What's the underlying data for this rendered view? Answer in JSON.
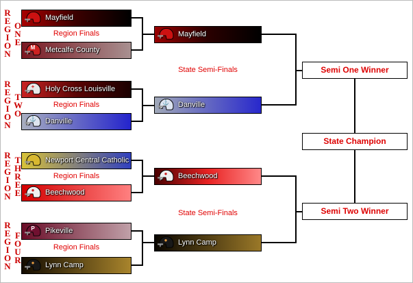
{
  "regions": [
    {
      "region_word": "REGION",
      "number_word": "ONE",
      "finals_label": "Region Finals",
      "teams": [
        {
          "name": "Mayfield",
          "bar": [
            "#a80000",
            "#3a0000",
            "#000000"
          ],
          "helmet": "#cc1111",
          "decal": "",
          "decal_color": "#ffffff"
        },
        {
          "name": "Metcalfe County",
          "bar": [
            "#7a1822",
            "#a89090"
          ],
          "helmet": "#cc2222",
          "decal": "M",
          "decal_color": "#ffffff"
        }
      ]
    },
    {
      "region_word": "REGION",
      "number_word": "TWO",
      "finals_label": "Region Finals",
      "teams": [
        {
          "name": "Holy Cross Louisville",
          "bar": [
            "#c82222",
            "#5a0505",
            "#1a0000"
          ],
          "helmet": "#e8e8e8",
          "decal": "+",
          "decal_color": "#cc1111"
        },
        {
          "name": "Danville",
          "bar": [
            "#a8aec0",
            "#2424cc"
          ],
          "helmet": "#dde4f0",
          "decal": "⚓",
          "decal_color": "#223399"
        }
      ]
    },
    {
      "region_word": "REGION",
      "number_word": "THREE",
      "finals_label": "Region Finals",
      "teams": [
        {
          "name": "Newport Central Catholic",
          "bar": [
            "#d8c238",
            "#3040c0"
          ],
          "helmet": "#d8b830",
          "decal": "",
          "decal_color": "#2233aa"
        },
        {
          "name": "Beechwood",
          "bar": [
            "#d40000",
            "#ff8080"
          ],
          "helmet": "#f0f0f0",
          "decal": "●",
          "decal_color": "#cc2222"
        }
      ]
    },
    {
      "region_word": "REGION",
      "number_word": "FOUR",
      "finals_label": "Region Finals",
      "teams": [
        {
          "name": "Pikeville",
          "bar": [
            "#6a0d28",
            "#c0a0a8"
          ],
          "helmet": "#701030",
          "decal": "P",
          "decal_color": "#ffffff"
        },
        {
          "name": "Lynn Camp",
          "bar": [
            "#140c00",
            "#a8842c"
          ],
          "helmet": "#181818",
          "decal": "●",
          "decal_color": "#e09840"
        }
      ]
    }
  ],
  "semifinal_label": "State Semi-Finals",
  "semis": [
    {
      "name": "Mayfield",
      "bar": [
        "#990000",
        "#2a0000",
        "#000000"
      ],
      "helmet": "#cc1111",
      "decal": "",
      "decal_color": "#ffffff"
    },
    {
      "name": "Danville",
      "bar": [
        "#a0a8b8",
        "#2828cc"
      ],
      "helmet": "#dde4f0",
      "decal": "⚓",
      "decal_color": "#223399"
    },
    {
      "name": "Beechwood",
      "bar": [
        "#4a0000",
        "#e82222",
        "#ff8888"
      ],
      "helmet": "#f0f0f0",
      "decal": "●",
      "decal_color": "#cc2222"
    },
    {
      "name": "Lynn Camp",
      "bar": [
        "#0a0600",
        "#9a7828"
      ],
      "helmet": "#181818",
      "decal": "●",
      "decal_color": "#e09840"
    }
  ],
  "finals": {
    "semi_one": "Semi One Winner",
    "champion": "State Champion",
    "semi_two": "Semi Two Winner"
  },
  "colors": {
    "accent_red": "#cc0000",
    "line": "#000000"
  }
}
